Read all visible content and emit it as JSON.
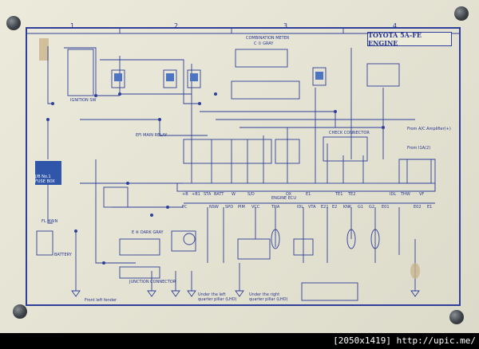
{
  "diagram": {
    "title": "TOYOTA 5A-FE ENGINE",
    "column_numbers": [
      "1",
      "2",
      "3",
      "4"
    ],
    "labels": {
      "ignition_sw": "IGNITION SW",
      "combination_meter": "COMBINATION METER",
      "combination_meter_color": "C ① GRAY",
      "fuse_box": "J/B No.1 FUSE BOX",
      "fl_main": "FL MAIN",
      "battery": "BATTERY",
      "efi_main_relay": "EFI MAIN RELAY",
      "check_connector": "CHECK CONNECTOR",
      "engine_ecu": "ENGINE ECU",
      "engine_ecu_color": "E ⑥ DARK GRAY",
      "junction_connector": "JUNCTION CONNECTOR",
      "front_left_fender": "Front left fender",
      "under_left_pillar": "Under the left quarter pillar (LHD)",
      "under_right_pillar": "Under the right quarter pillar (LHD)",
      "from_ac_amp": "From A/C Amplifier(+)",
      "from_2la": "From I1A(2)",
      "terminals_top": [
        "+B",
        "+B1",
        "STA",
        "BATT",
        "W",
        "S/D",
        "OX",
        "E1",
        "TE1",
        "TE2",
        "IDL",
        "THW",
        "VF"
      ],
      "terminals_bottom": [
        "FC",
        "NSW",
        "SPD",
        "PIM",
        "VCC",
        "THA",
        "IDL",
        "VTA",
        "E21",
        "E2",
        "KNK",
        "G1",
        "G2",
        "E01",
        "E02",
        "E1"
      ]
    }
  }
}
